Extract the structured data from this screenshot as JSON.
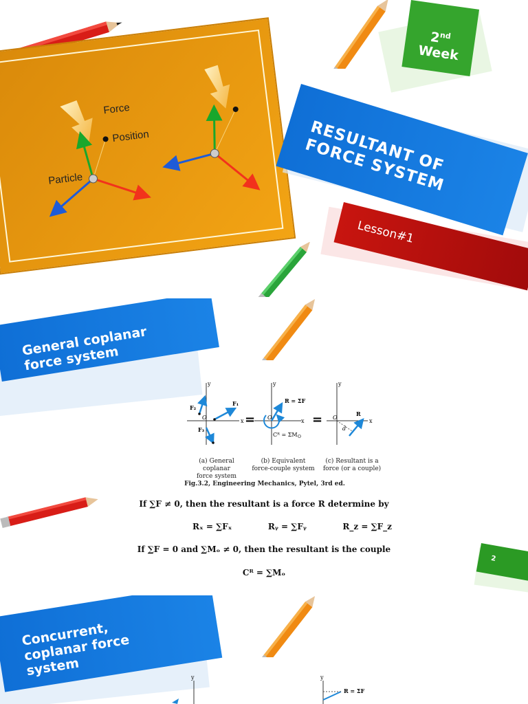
{
  "colors": {
    "orange": "#e8960a",
    "blue": "#1573d6",
    "red": "#c8150f",
    "green": "#2b9a24"
  },
  "slide1": {
    "week_number": "2",
    "week_suffix": "nd",
    "week_label": "Week",
    "title_line1": "RESULTANT OF",
    "title_line2": "FORCE SYSTEM",
    "lesson": "Lesson#1",
    "image_labels": {
      "force": "Force",
      "position": "Position",
      "particle": "Particle"
    }
  },
  "slide2": {
    "heading_line1": "General coplanar",
    "heading_line2": "force system",
    "page_number": "2",
    "figure": {
      "label_y": "y",
      "label_x": "x",
      "label_o": "O",
      "label_f1": "F₁",
      "label_f2": "F₂",
      "label_f3": "F₃",
      "label_r_sum": "R = ΣF",
      "label_couple": "Cᴿ = ΣM",
      "label_couple_sub": "O",
      "label_r": "R",
      "label_d": "d",
      "caption_a_line1": "(a) General coplanar",
      "caption_a_line2": "force system",
      "caption_b_line1": "(b) Equivalent",
      "caption_b_line2": "force-couple system",
      "caption_c_line1": "(c) Resultant is a",
      "caption_c_line2": "force (or a couple)",
      "source": "Fig.3.2, Engineering Mechanics, Pytel, 3rd ed."
    },
    "math": {
      "line1": "If ∑F ≠ 0, then the resultant is a force R determine by",
      "rx": "Rₓ = ∑Fₓ",
      "ry": "Rᵧ = ∑Fᵧ",
      "rz": "R_z = ∑F_z",
      "line3": "If ∑F = 0 and ∑Mₒ ≠ 0, then the resultant is the couple",
      "line4": "Cᴿ = ∑Mₒ"
    }
  },
  "slide3": {
    "heading_line1": "Concurrent,",
    "heading_line2": "coplanar force",
    "heading_line3": "system",
    "figure": {
      "label_y": "y",
      "label_r_sum": "R = ΣF"
    }
  }
}
